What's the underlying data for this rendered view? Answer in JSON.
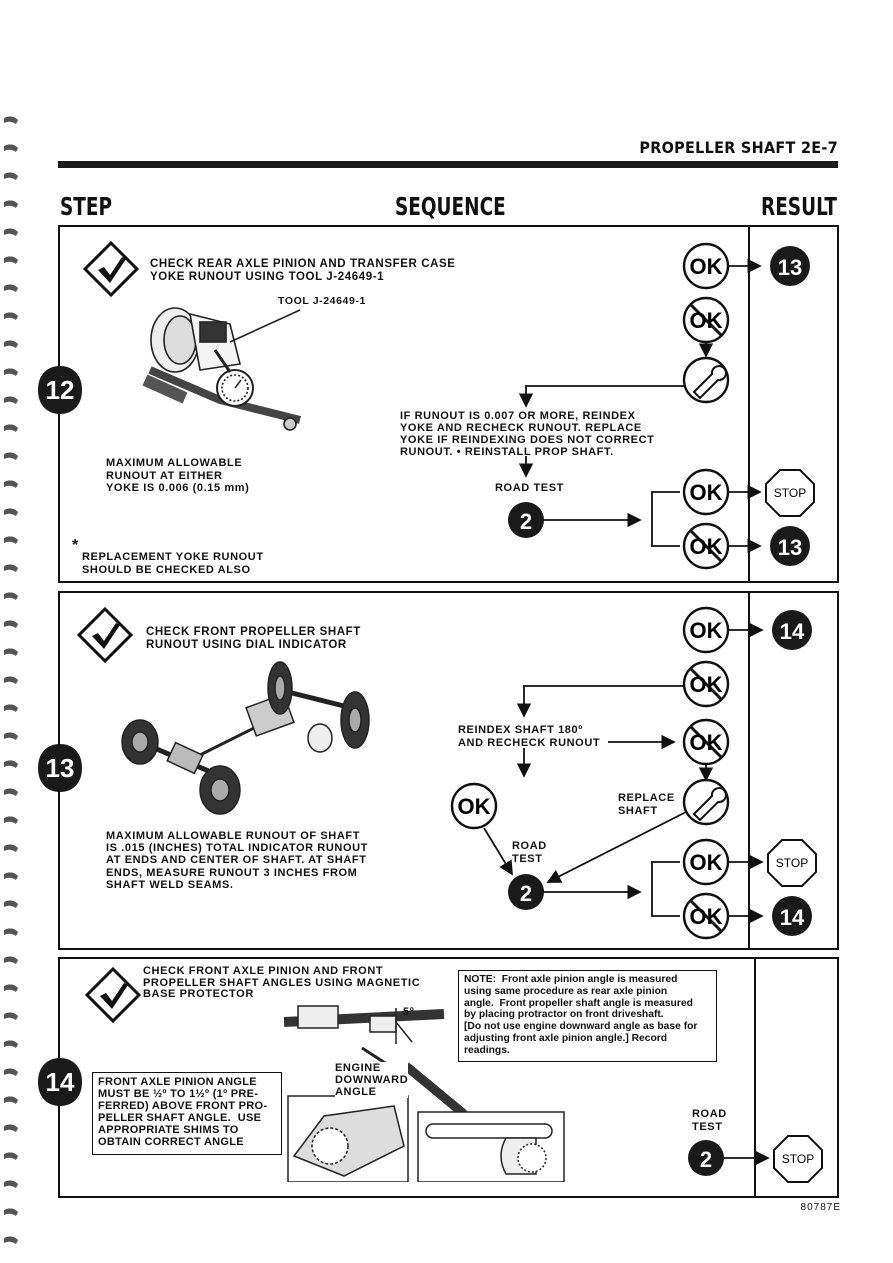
{
  "header": {
    "section_title": "PROPELLER SHAFT  2E-7",
    "col_step": "STEP",
    "col_sequence": "SEQUENCE",
    "col_result": "RESULT"
  },
  "step12": {
    "number": "12",
    "instruction": "CHECK REAR AXLE PINION AND TRANSFER CASE\nYOKE RUNOUT USING TOOL J-24649-1",
    "tool_label": "TOOL J-24649-1",
    "max_runout": "MAXIMUM ALLOWABLE\nRUNOUT AT EITHER\nYOKE IS 0.006 (0.15 mm)",
    "asterisk": "*",
    "replacement_note": "REPLACEMENT YOKE RUNOUT\nSHOULD BE CHECKED ALSO",
    "if_runout": "IF RUNOUT IS 0.007 OR MORE, REINDEX\nYOKE AND RECHECK RUNOUT. REPLACE\nYOKE IF REINDEXING DOES NOT CORRECT\nRUNOUT. • REINSTALL PROP SHAFT.",
    "road_test": "ROAD TEST",
    "road_test_step": "2",
    "ok_label": "OK",
    "result_ok_step": "13",
    "result_stop": "STOP",
    "result_notok_step": "13"
  },
  "step13": {
    "number": "13",
    "instruction": "CHECK FRONT PROPELLER SHAFT\nRUNOUT USING DIAL INDICATOR",
    "reindex": "REINDEX SHAFT 180º\nAND RECHECK RUNOUT",
    "replace_shaft": "REPLACE\nSHAFT",
    "road_test": "ROAD\nTEST",
    "road_test_step": "2",
    "ok_label": "OK",
    "max_runout": "MAXIMUM ALLOWABLE RUNOUT OF SHAFT\nIS .015 (INCHES) TOTAL INDICATOR RUNOUT\nAT ENDS AND CENTER OF SHAFT. AT SHAFT\nENDS, MEASURE RUNOUT 3 INCHES FROM\nSHAFT WELD SEAMS.",
    "result_ok_step": "14",
    "result_stop": "STOP",
    "result_notok_step": "14"
  },
  "step14": {
    "number": "14",
    "instruction": "CHECK FRONT AXLE PINION AND FRONT\nPROPELLER SHAFT ANGLES USING MAGNETIC\nBASE PROTECTOR",
    "note": "NOTE:  Front axle pinion angle is measured\nusing same procedure as rear axle pinion\nangle.  Front propeller shaft angle is measured\nby placing protractor on front driveshaft.\n[Do not use engine downward angle as base for\nadjusting front axle pinion angle.] Record\nreadings.",
    "angle_degree": "5º",
    "engine_label": "ENGINE\nDOWNWARD\nANGLE",
    "pinion_box": "FRONT AXLE PINION ANGLE\nMUST BE ½º TO 1½º (1º PRE-\nFERRED) ABOVE FRONT PRO-\nPELLER SHAFT ANGLE.  USE\nAPPROPRIATE SHIMS TO\nOBTAIN CORRECT ANGLE",
    "road_test": "ROAD\nTEST",
    "road_test_step": "2",
    "result_stop": "STOP"
  },
  "footer": {
    "figure_code": "80787E"
  }
}
